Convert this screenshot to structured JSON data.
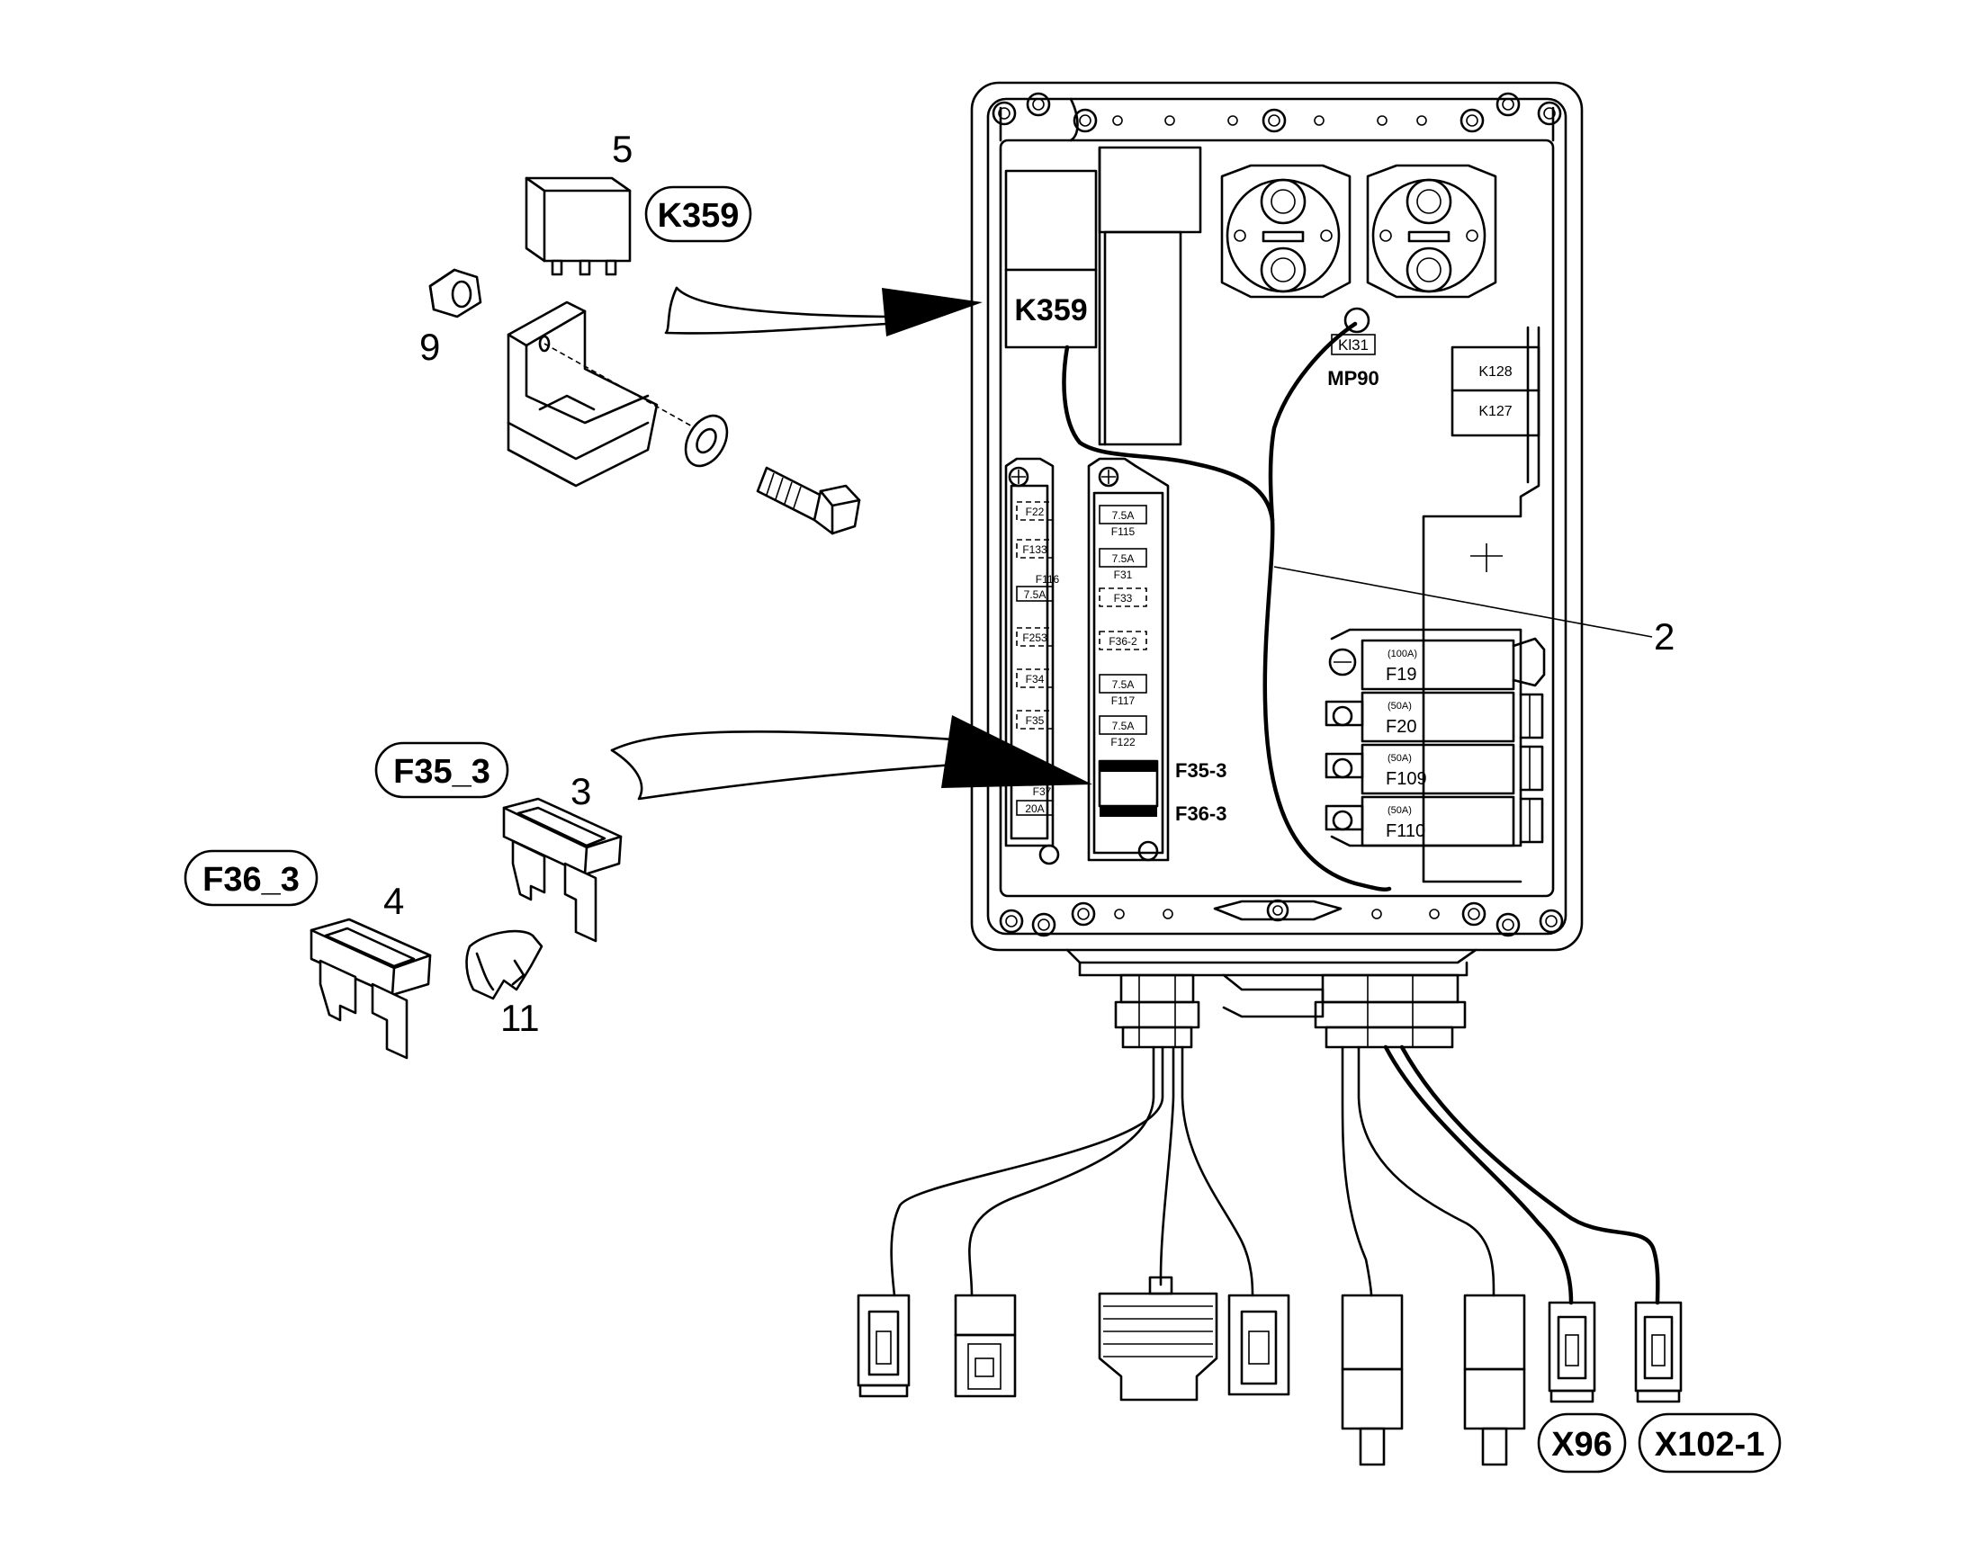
{
  "callouts": {
    "n5": "5",
    "n9": "9",
    "n3": "3",
    "n4": "4",
    "n11": "11",
    "n2": "2"
  },
  "tags": {
    "k359": "K359",
    "f35": "F35_3",
    "f36": "F36_3",
    "x96": "X96",
    "x102": "X102-1"
  },
  "box_labels": {
    "k359": "K359",
    "kl31": "Kl31",
    "mp90": "MP90",
    "k128": "K128",
    "k127": "K127",
    "f35_3": "F35-3",
    "f36_3": "F36-3"
  },
  "fuses_left": [
    {
      "name": "F22",
      "rating": ""
    },
    {
      "name": "F133",
      "rating": ""
    },
    {
      "name": "F116",
      "rating": "7.5A"
    },
    {
      "name": "F253",
      "rating": ""
    },
    {
      "name": "F34",
      "rating": ""
    },
    {
      "name": "F35",
      "rating": ""
    },
    {
      "name": "F37",
      "rating": "20A"
    }
  ],
  "fuses_right": [
    {
      "name": "F115",
      "rating": "7.5A"
    },
    {
      "name": "F31",
      "rating": "7.5A"
    },
    {
      "name": "F33",
      "rating": ""
    },
    {
      "name": "F36-2",
      "rating": ""
    },
    {
      "name": "F117",
      "rating": "7.5A"
    },
    {
      "name": "F122",
      "rating": "7.5A"
    }
  ],
  "big_fuses": [
    {
      "name": "F19",
      "rating": "(100A)"
    },
    {
      "name": "F20",
      "rating": "(50A)"
    },
    {
      "name": "F109",
      "rating": "(50A)"
    },
    {
      "name": "F110",
      "rating": "(50A)"
    }
  ]
}
